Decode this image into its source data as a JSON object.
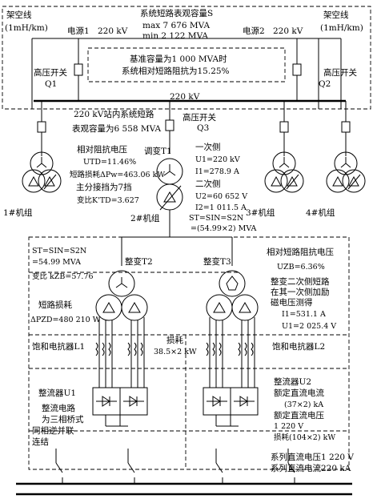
{
  "header": {
    "system_capacity_title": "系统短路表观容量S",
    "max_line": "max 7 676 MVA",
    "min_line": "min 2 122 MVA",
    "overhead_line_left": "架空线",
    "overhead_spec_left": "(1mH/km)",
    "overhead_line_right": "架空线",
    "overhead_spec_right": "(1mH/km)",
    "source1": "电源1",
    "source1_voltage": "220 kV",
    "source2": "电源2",
    "source2_voltage": "220 kV"
  },
  "reference": {
    "line1": "基准容量为1 000 MVA时",
    "line2": "系统相对短路阻抗为15.25%"
  },
  "switches": {
    "q1_label": "高压开关",
    "q1_name": "Q1",
    "q2_label": "高压开关",
    "q2_name": "Q2",
    "q3_label": "高压开关",
    "q3_name": "Q3"
  },
  "bus": {
    "voltage": "220 kV",
    "station_line1": "220 kV站内系统短路",
    "station_line2": "表观容量为6 558 MVA"
  },
  "t1": {
    "title": "调变T1",
    "impedance_title": "相对阻抗电压",
    "impedance_value": "UTD=11.46%",
    "loss": "短路损耗ΔPw=463.06 kW",
    "tap_line1": "主分接挡为7挡",
    "tap_line2": "变比K'TD=3.627",
    "primary_title": "一次侧",
    "primary_voltage": "U1=220 kV",
    "primary_current": "I1=278.9 A",
    "secondary_title": "二次侧",
    "secondary_voltage": "U2=60 652 V",
    "secondary_current": "I2=1 011.5 A",
    "capacity_line1": "ST=SIN=S2N",
    "capacity_line2": "=(54.99×2) MVA"
  },
  "units": {
    "unit1": "1#机组",
    "unit2": "2#机组",
    "unit3": "3#机组",
    "unit4": "4#机组"
  },
  "t2": {
    "title": "整变T2",
    "capacity_line1": "ST=SIN=S2N",
    "capacity_line2": "=54.99 MVA",
    "ratio": "变比 kZB=57.76",
    "loss_title": "短路损耗",
    "loss_value": "ΔPZD=480 210 W"
  },
  "t3": {
    "title": "整变T3",
    "impedance_title": "相对短路阻抗电压",
    "impedance_value": "UZB=6.36%",
    "note1": "整变二次侧短路",
    "note2": "在其一次侧加励",
    "note3": "磁电压测得",
    "current": "I1=531.1 A",
    "voltage": "U1=2 025.4 V"
  },
  "reactors": {
    "left": "饱和电抗器L1",
    "right": "饱和电抗器L2",
    "loss_title": "损耗",
    "loss_value": "38.5×2 kW"
  },
  "rectifiers": {
    "u1_title": "整流器U1",
    "u1_note1": "整流电路",
    "u1_note2": "为三相桥式",
    "u1_note3": "同相逆并联",
    "u1_note4": "连结",
    "u2_title": "整流器U2",
    "u2_line1": "额定直流电流",
    "u2_line2": "(37×2) kA",
    "u2_line3": "额定直流电压",
    "u2_line4": "1 220 V",
    "u2_line5": "损耗(104×2) kW"
  },
  "dc": {
    "voltage": "系列直流电压1 220 V",
    "current": "系列直流电流220 kA"
  }
}
